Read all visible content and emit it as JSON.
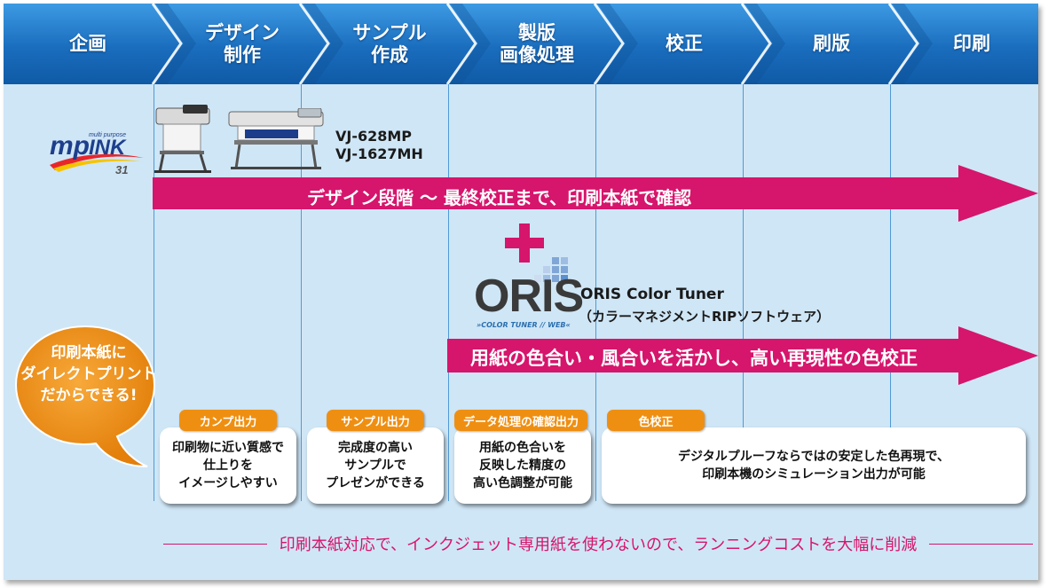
{
  "stages": [
    {
      "label": "企画"
    },
    {
      "label": "デザイン\n制作"
    },
    {
      "label": "サンプル\n作成"
    },
    {
      "label": "製版\n画像処理"
    },
    {
      "label": "校正"
    },
    {
      "label": "刷版"
    },
    {
      "label": "印刷"
    }
  ],
  "products": {
    "logo_mp": "mp",
    "logo_ink": "INK",
    "logo_multi": "multi purpose",
    "logo_num": "31",
    "model_1": "VJ-628MP",
    "model_2": "VJ-1627MH"
  },
  "arrows": {
    "top": "デザイン段階 〜 最終校正まで、印刷本紙で確認",
    "bottom": "用紙の色合い・風合いを活かし、高い再現性の色校正"
  },
  "oris": {
    "logo_word": "ORIS",
    "logo_sub": "»COLOR TUNER // WEB«",
    "name": "ORIS Color Tuner",
    "desc": "（カラーマネジメントRIPソフトウェア）"
  },
  "bubble": {
    "line1": "印刷本紙に",
    "line2": "ダイレクトプリント",
    "line3": "だからできる!"
  },
  "boxes": [
    {
      "tag": "カンプ出力",
      "text": "印刷物に近い質感で\n仕上りを\nイメージしやすい"
    },
    {
      "tag": "サンプル出力",
      "text": "完成度の高い\nサンプルで\nプレゼンができる"
    },
    {
      "tag": "データ処理の確認出力",
      "text": "用紙の色合いを\n反映した精度の\n高い色調整が可能"
    },
    {
      "tag": "色校正",
      "text": "デジタルプルーフならではの安定した色再現で、\n印刷本機のシミュレーション出力が可能"
    }
  ],
  "footer": "印刷本紙対応で、インクジェット専用紙を使わないので、ランニングコストを大幅に削減",
  "colors": {
    "header_blue": "#1b6fbe",
    "magenta": "#d6156c",
    "orange": "#ef8f12",
    "bg": "#cfe6f6"
  }
}
